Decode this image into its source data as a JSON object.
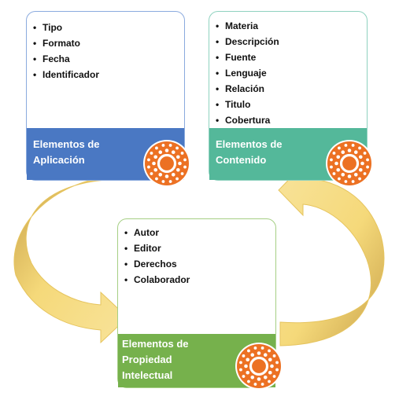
{
  "boxes": {
    "aplicacion": {
      "items": [
        "Tipo",
        "Formato",
        "Fecha",
        "Identificador"
      ],
      "title_lines": [
        "Elementos de",
        "Aplicación"
      ],
      "color": "#4a78c3",
      "border": "#8aaade"
    },
    "contenido": {
      "items": [
        "Materia",
        "Descripción",
        "Fuente",
        "Lenguaje",
        "Relación",
        "Titulo",
        "Cobertura"
      ],
      "title_lines": [
        "Elementos de",
        "Contenido"
      ],
      "color": "#54b89a",
      "border": "#8fd2bf"
    },
    "propiedad": {
      "items": [
        "Autor",
        "Editor",
        "Derechos",
        "Colaborador"
      ],
      "title_lines": [
        "Elementos de",
        "Propiedad",
        "Intelectual"
      ],
      "color": "#76b14c",
      "border": "#a5cf84"
    }
  },
  "colors": {
    "seal": "#ec7123",
    "arrow_fill": "#f5d97a",
    "arrow_shade": "#c9a24a"
  },
  "icons": [
    "seal-icon"
  ]
}
